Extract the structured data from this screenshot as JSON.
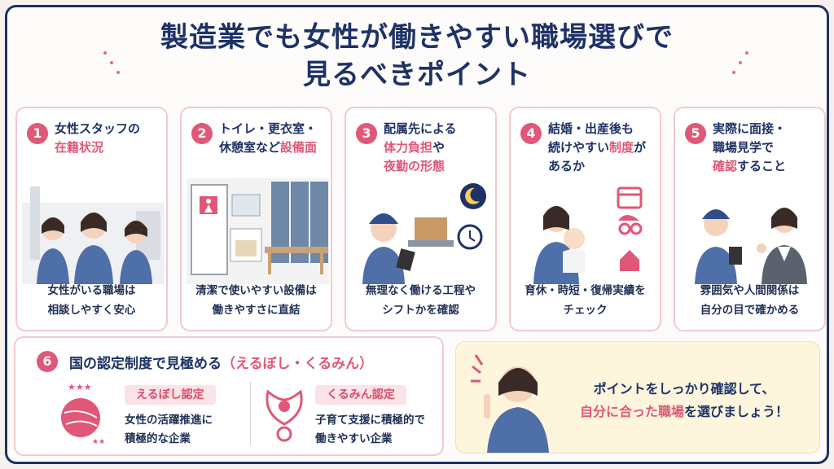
{
  "title": {
    "line1": "製造業でも女性が働きやすい職場選びで",
    "line2": "見るべきポイント"
  },
  "cards": [
    {
      "num": "1",
      "head_a": "女性スタッフの",
      "head_b": "",
      "pink": "在籍状況",
      "head_c": "",
      "desc1": "女性がいる職場は",
      "desc2": "相談しやすく安心",
      "icon": "women-staff-illustration"
    },
    {
      "num": "2",
      "head_a": "トイレ・更衣室・",
      "head_b": "休憩室など",
      "pink": "設備面",
      "head_c": "",
      "desc1": "清潔で使いやすい設備は",
      "desc2": "働きやすさに直結",
      "icon": "facilities-illustration"
    },
    {
      "num": "3",
      "head_a": "配属先による",
      "head_b": "",
      "pink": "体力負担",
      "head_c": "や",
      "pink2": "夜勤の形態",
      "desc1": "無理なく働ける工程や",
      "desc2": "シフトかを確認",
      "icon": "worker-clipboard-illustration"
    },
    {
      "num": "4",
      "head_a": "結婚・出産後も",
      "head_b": "続けやすい",
      "pink": "制度",
      "head_c": "が",
      "head_d": "あるか",
      "desc1": "育休・時短・復帰実績を",
      "desc2": "チェック",
      "icon": "mother-baby-illustration"
    },
    {
      "num": "5",
      "head_a": "実際に面接・",
      "head_b": "職場見学で",
      "pink": "",
      "head_c": "",
      "pink2": "確認",
      "head_d": "すること",
      "desc1": "雰囲気や人間関係は",
      "desc2": "自分の目で確かめる",
      "icon": "interview-illustration"
    }
  ],
  "cert": {
    "num": "6",
    "head": "国の認定制度で見極める",
    "head_pink": "（えるぼし・くるみん）",
    "left_tag": "えるぼし認定",
    "left_desc1": "女性の活躍推進に",
    "left_desc2": "積極的な企業",
    "right_tag": "くるみん認定",
    "right_desc1": "子育て支援に積極的で",
    "right_desc2": "働きやすい企業"
  },
  "callout": {
    "line1": "ポイントをしっかり確認して、",
    "line2_pink": "自分に合った職場",
    "line2_rest": "を選びましょう！"
  },
  "colors": {
    "navy": "#1e3266",
    "pink": "#e05777",
    "denim": "#4f6fa8",
    "cream": "#fdf5dc"
  }
}
